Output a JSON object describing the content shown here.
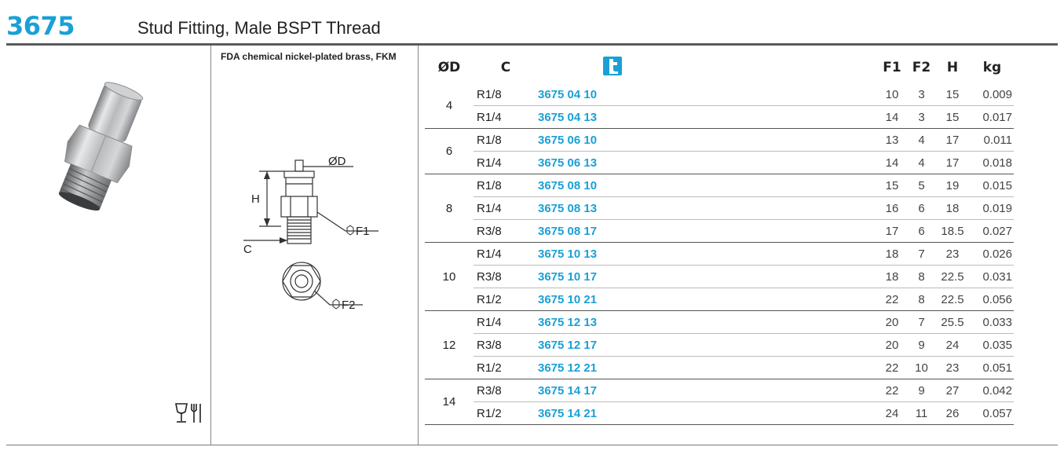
{
  "header": {
    "code": "3675",
    "title": "Stud Fitting, Male BSPT Thread"
  },
  "material": "FDA chemical nickel-plated brass, FKM",
  "drawing_labels": {
    "od": "ØD",
    "h": "H",
    "c": "C",
    "f1": "F1",
    "f2": "F2"
  },
  "table": {
    "headers": [
      "ØD",
      "C",
      "",
      "F1",
      "F2",
      "H",
      "kg"
    ],
    "ref_header_icon": "catalog-reference-icon",
    "groups": [
      {
        "od": "4",
        "rows": [
          {
            "c": "R1/8",
            "ref": "3675 04 10",
            "f1": "10",
            "f2": "3",
            "h": "15",
            "kg": "0.009"
          },
          {
            "c": "R1/4",
            "ref": "3675 04 13",
            "f1": "14",
            "f2": "3",
            "h": "15",
            "kg": "0.017"
          }
        ]
      },
      {
        "od": "6",
        "rows": [
          {
            "c": "R1/8",
            "ref": "3675 06 10",
            "f1": "13",
            "f2": "4",
            "h": "17",
            "kg": "0.011"
          },
          {
            "c": "R1/4",
            "ref": "3675 06 13",
            "f1": "14",
            "f2": "4",
            "h": "17",
            "kg": "0.018"
          }
        ]
      },
      {
        "od": "8",
        "rows": [
          {
            "c": "R1/8",
            "ref": "3675 08 10",
            "f1": "15",
            "f2": "5",
            "h": "19",
            "kg": "0.015"
          },
          {
            "c": "R1/4",
            "ref": "3675 08 13",
            "f1": "16",
            "f2": "6",
            "h": "18",
            "kg": "0.019"
          },
          {
            "c": "R3/8",
            "ref": "3675 08 17",
            "f1": "17",
            "f2": "6",
            "h": "18.5",
            "kg": "0.027"
          }
        ]
      },
      {
        "od": "10",
        "rows": [
          {
            "c": "R1/4",
            "ref": "3675 10 13",
            "f1": "18",
            "f2": "7",
            "h": "23",
            "kg": "0.026"
          },
          {
            "c": "R3/8",
            "ref": "3675 10 17",
            "f1": "18",
            "f2": "8",
            "h": "22.5",
            "kg": "0.031"
          },
          {
            "c": "R1/2",
            "ref": "3675 10 21",
            "f1": "22",
            "f2": "8",
            "h": "22.5",
            "kg": "0.056"
          }
        ]
      },
      {
        "od": "12",
        "rows": [
          {
            "c": "R1/4",
            "ref": "3675 12 13",
            "f1": "20",
            "f2": "7",
            "h": "25.5",
            "kg": "0.033"
          },
          {
            "c": "R3/8",
            "ref": "3675 12 17",
            "f1": "20",
            "f2": "9",
            "h": "24",
            "kg": "0.035"
          },
          {
            "c": "R1/2",
            "ref": "3675 12 21",
            "f1": "22",
            "f2": "10",
            "h": "23",
            "kg": "0.051"
          }
        ]
      },
      {
        "od": "14",
        "rows": [
          {
            "c": "R3/8",
            "ref": "3675 14 17",
            "f1": "22",
            "f2": "9",
            "h": "27",
            "kg": "0.042"
          },
          {
            "c": "R1/2",
            "ref": "3675 14 21",
            "f1": "24",
            "f2": "11",
            "h": "26",
            "kg": "0.057"
          }
        ]
      }
    ]
  },
  "colors": {
    "accent": "#1aa0d6",
    "rule": "#5a5a5a"
  }
}
